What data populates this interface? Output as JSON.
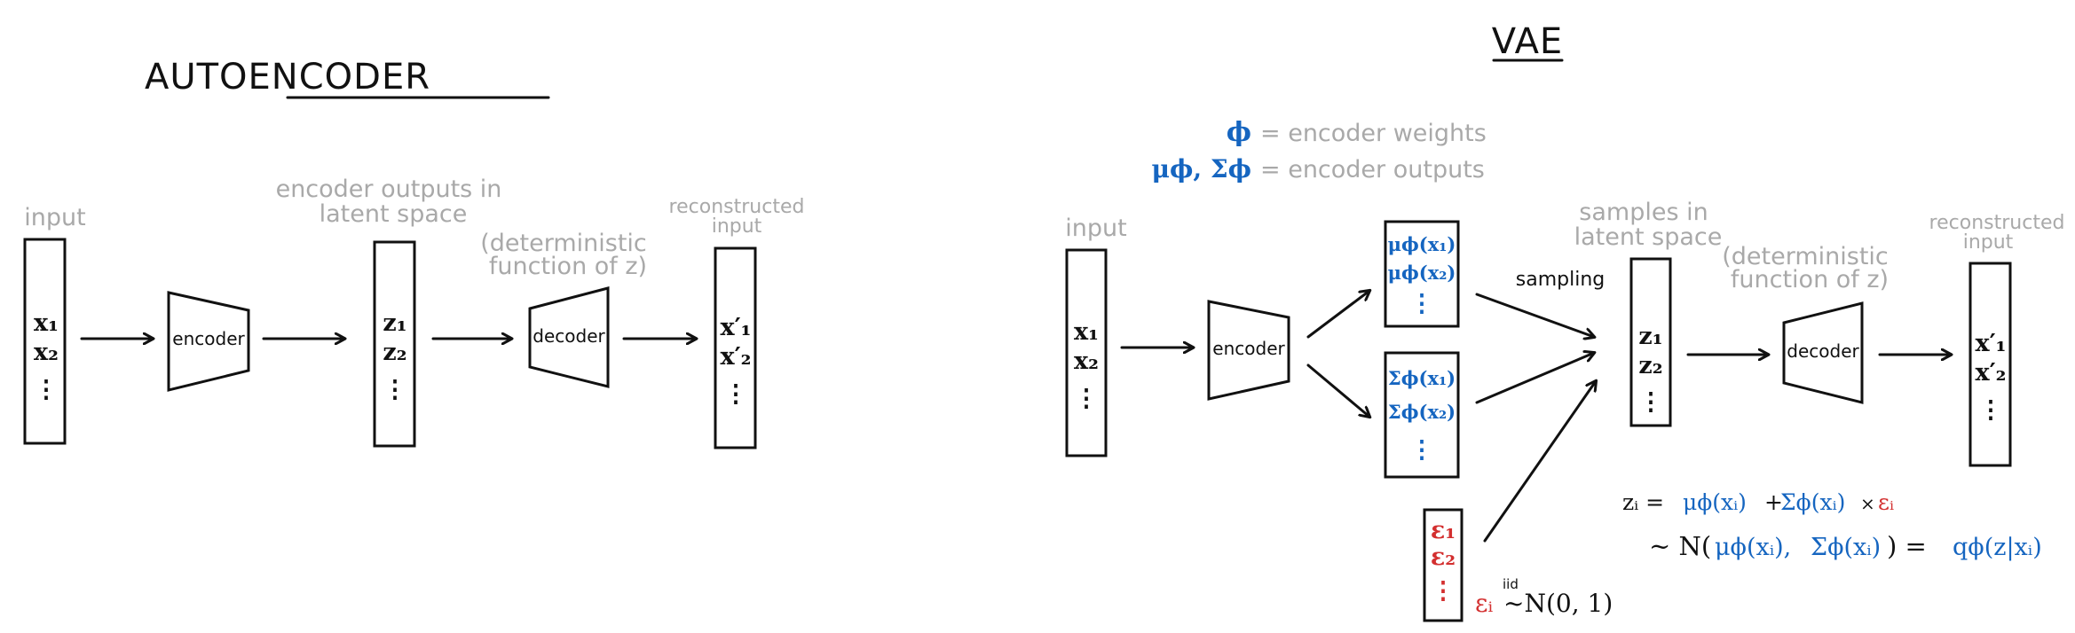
{
  "colors": {
    "ink": "#111111",
    "annotation": "#a9a9a9",
    "param": "#1565c0",
    "noise": "#d32f2f"
  },
  "autoencoder": {
    "title": "AUTOENCODER",
    "input_label": "input",
    "latent_label_1": "encoder outputs in",
    "latent_label_2": "latent space",
    "decoder_note_1": "(deterministic",
    "decoder_note_2": "function of z)",
    "recon_label_1": "reconstructed",
    "recon_label_2": "input",
    "encoder": "encoder",
    "decoder": "decoder",
    "x1": "x₁",
    "x2": "x₂",
    "z1": "z₁",
    "z2": "z₂",
    "xp1": "x′₁",
    "xp2": "x′₂",
    "dots": "⋮"
  },
  "vae": {
    "title": "VAE",
    "legend_phi_sym": "ϕ",
    "legend_phi_text": "= encoder weights",
    "legend_out_sym": "μϕ, Σϕ",
    "legend_out_text": "= encoder outputs",
    "input_label": "input",
    "sampling": "sampling",
    "latent_label_1": "samples in",
    "latent_label_2": "latent space",
    "decoder_note_1": "(deterministic",
    "decoder_note_2": "function of z)",
    "recon_label_1": "reconstructed",
    "recon_label_2": "input",
    "encoder": "encoder",
    "decoder": "decoder",
    "x1": "x₁",
    "x2": "x₂",
    "mu1": "μϕ(x₁)",
    "mu2": "μϕ(x₂)",
    "sig1": "Σϕ(x₁)",
    "sig2": "Σϕ(x₂)",
    "eps1": "ε₁",
    "eps2": "ε₂",
    "z1": "z₁",
    "z2": "z₂",
    "xp1": "x′₁",
    "xp2": "x′₂",
    "dots": "⋮",
    "eps_dist_sym": "εᵢ",
    "eps_dist_iid": "iid",
    "eps_dist_text": "~N(0, 1)",
    "eq1_z": "zᵢ =",
    "eq1_mu": "μϕ(xᵢ)",
    "eq1_plus": "+",
    "eq1_sig": "Σϕ(xᵢ)",
    "eq1_times": "×",
    "eq1_eps": "εᵢ",
    "eq2_a": "~ N(",
    "eq2_mu": "μϕ(xᵢ),",
    "eq2_sig": "Σϕ(xᵢ)",
    "eq2_b": ")  =",
    "eq2_q": "qϕ(z|xᵢ)"
  }
}
